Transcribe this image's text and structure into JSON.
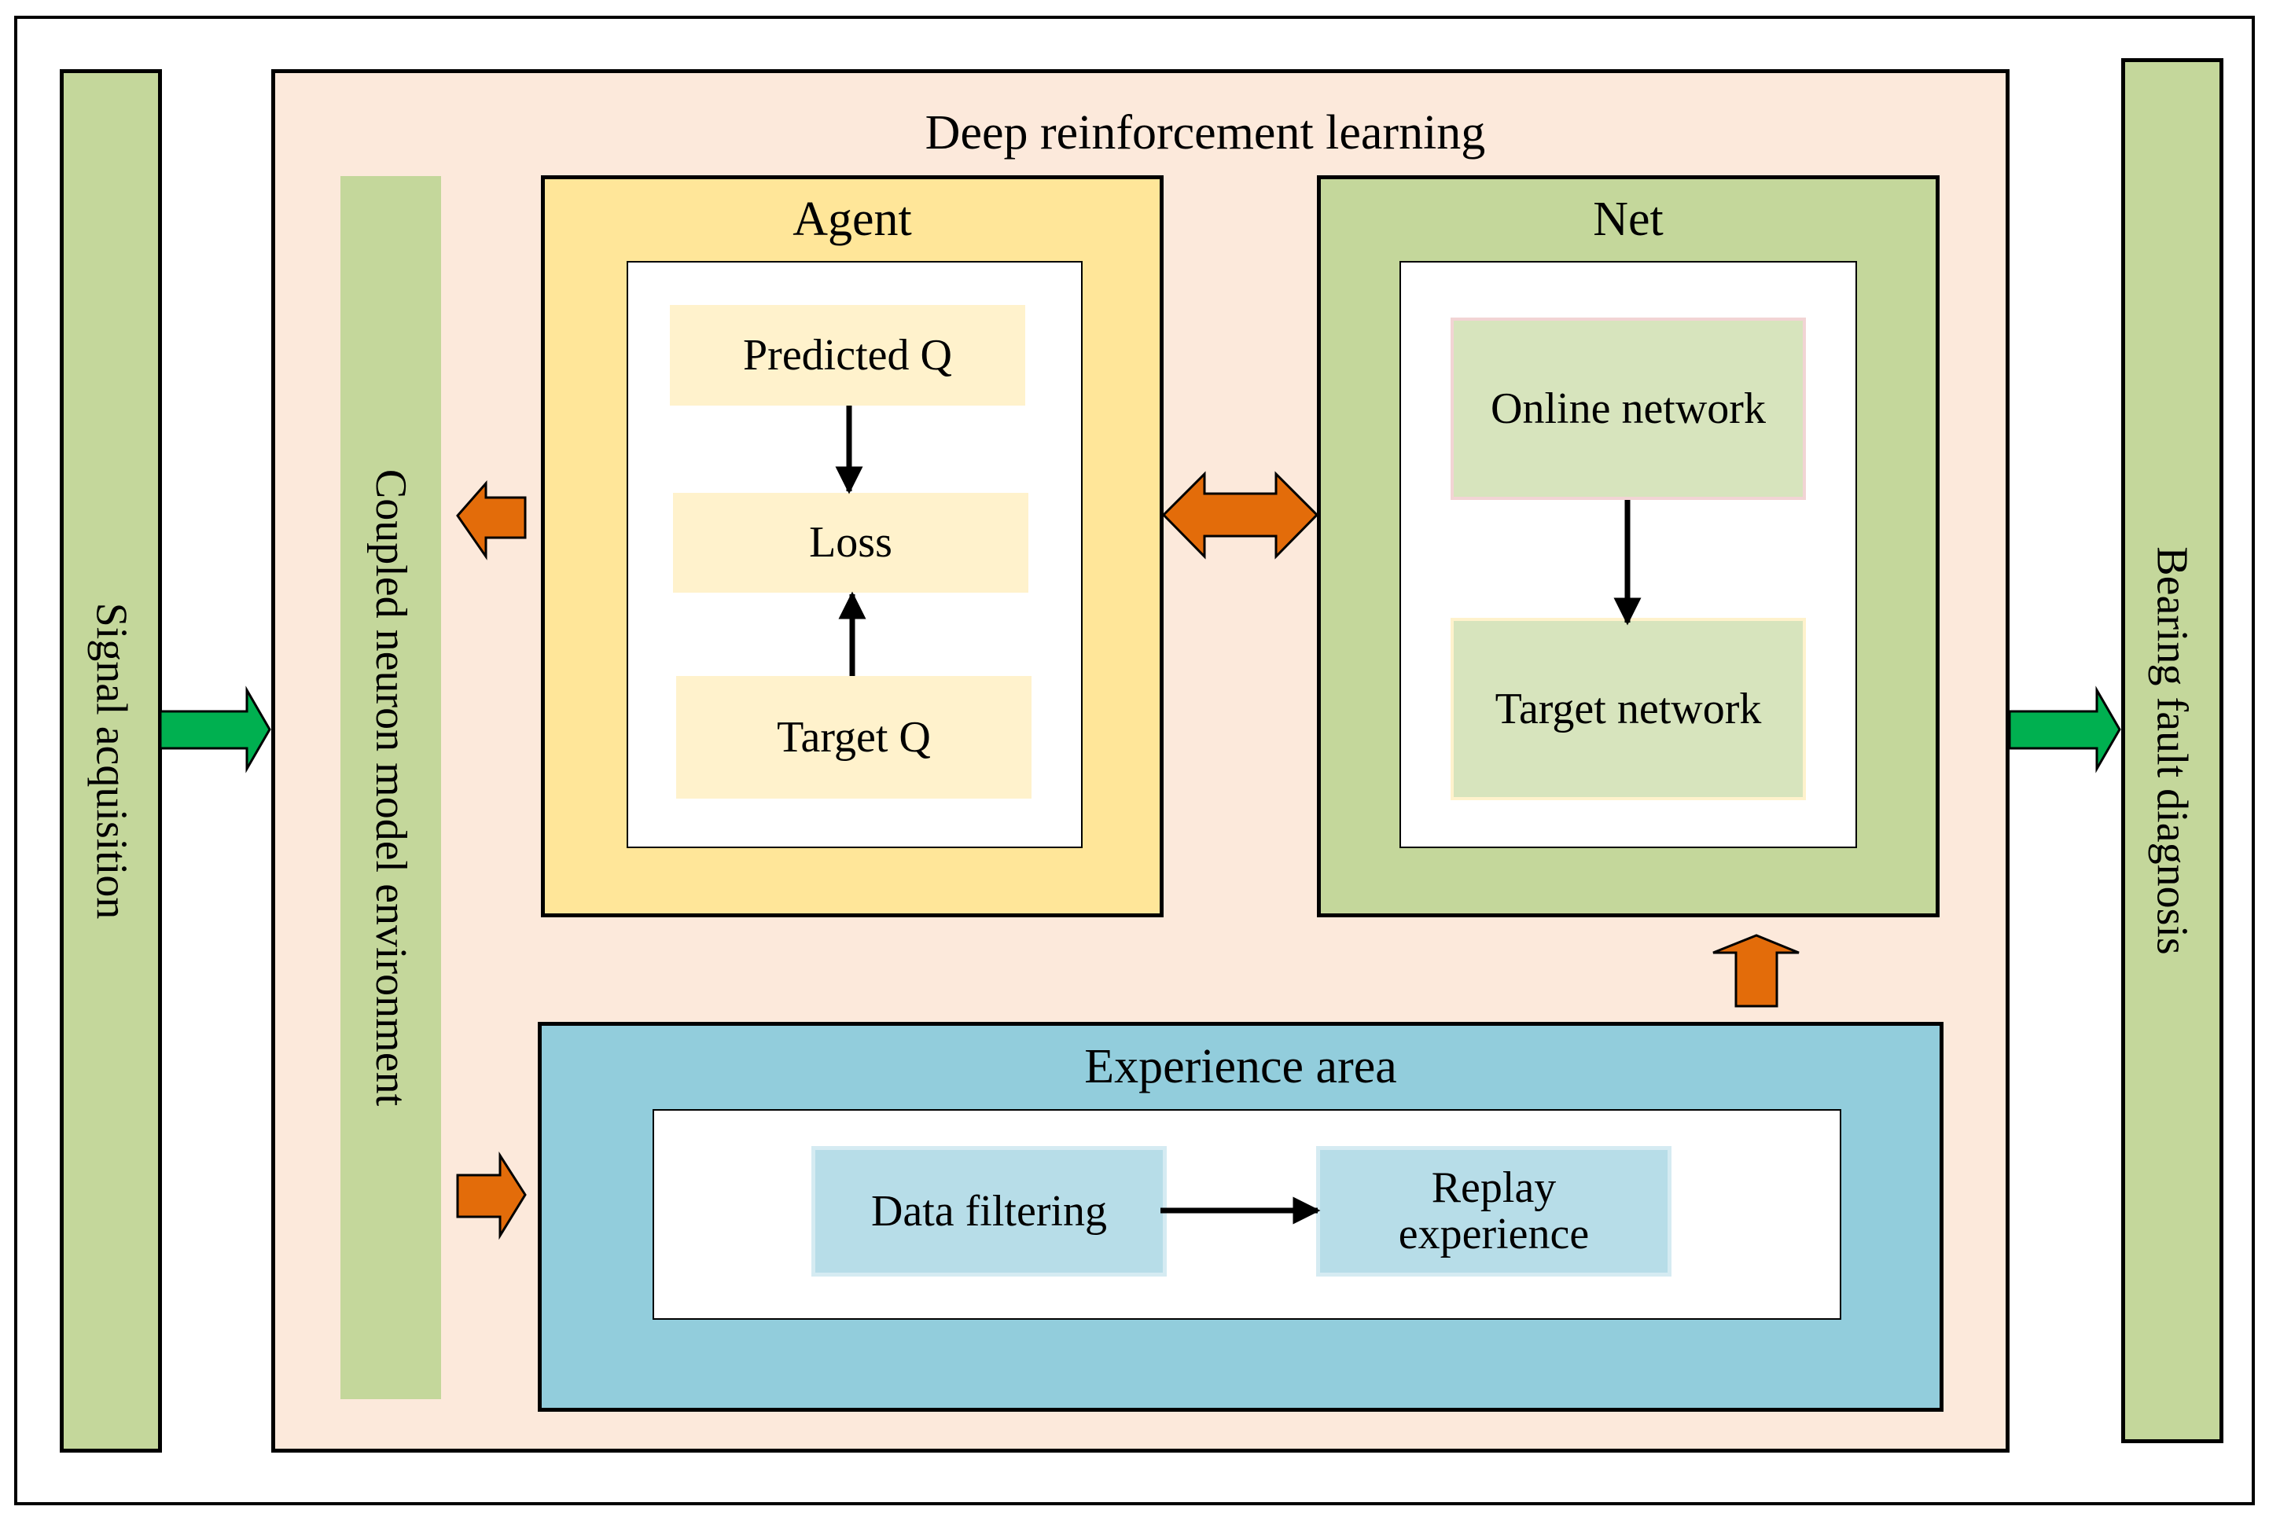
{
  "diagram": {
    "left_panel": {
      "label": "Signal acquisition"
    },
    "right_panel": {
      "label": "Bearing fault diagnosis"
    },
    "main": {
      "title": "Deep reinforcement learning",
      "environment": {
        "label": "Coupled neuron model environment"
      },
      "agent": {
        "title": "Agent",
        "predicted_q": "Predicted Q",
        "loss": "Loss",
        "target_q": "Target Q"
      },
      "net": {
        "title": "Net",
        "online_network": "Online network",
        "target_network": "Target network"
      },
      "experience": {
        "title": "Experience area",
        "data_filtering": "Data filtering",
        "replay_line1": "Replay",
        "replay_line2": "experience"
      }
    },
    "colors": {
      "green_panel": "#c4d79b",
      "drl_background": "#fce9db",
      "agent_fill": "#ffe699",
      "q_box_fill": "#fff2cc",
      "net_box_fill": "#d7e4bd",
      "experience_fill": "#92cddc",
      "experience_box_fill": "#b7dde8",
      "green_arrow": "#00b050",
      "orange_arrow": "#e36c0a"
    }
  }
}
